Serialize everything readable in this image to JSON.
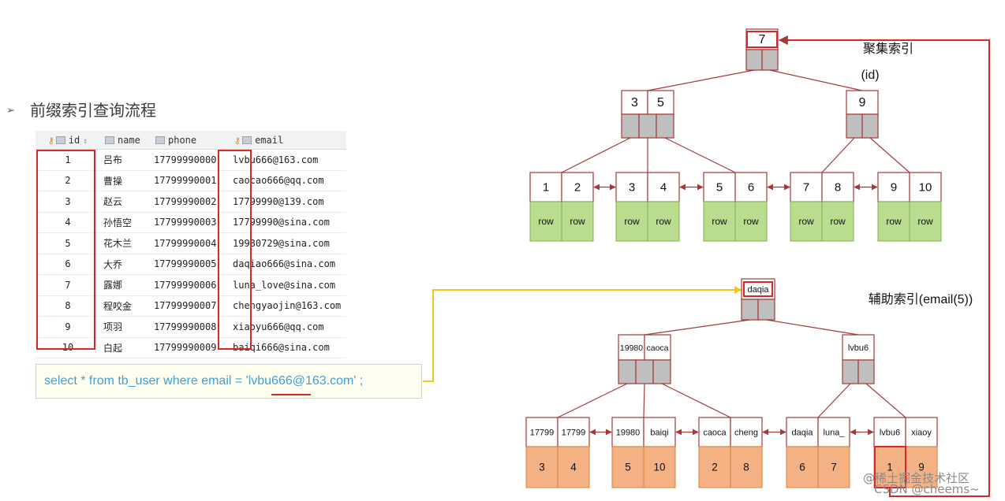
{
  "heading": {
    "bullet": "➢",
    "text": "前缀索引查询流程"
  },
  "table": {
    "headers": [
      "id",
      "name",
      "phone",
      "email"
    ],
    "rows": [
      [
        "1",
        "吕布",
        "17799990000",
        "lvbu666@163.com"
      ],
      [
        "2",
        "曹操",
        "17799990001",
        "caocao666@qq.com"
      ],
      [
        "3",
        "赵云",
        "17799990002",
        "17799990@139.com"
      ],
      [
        "4",
        "孙悟空",
        "17799990003",
        "17799990@sina.com"
      ],
      [
        "5",
        "花木兰",
        "17799990004",
        "19980729@sina.com"
      ],
      [
        "6",
        "大乔",
        "17799990005",
        "daqiao666@sina.com"
      ],
      [
        "7",
        "露娜",
        "17799990006",
        "luna_love@sina.com"
      ],
      [
        "8",
        "程咬金",
        "17799990007",
        "chengyaojin@163.com"
      ],
      [
        "9",
        "项羽",
        "17799990008",
        "xiaoyu666@qq.com"
      ],
      [
        "10",
        "白起",
        "17799990009",
        "baiqi666@sina.com"
      ]
    ]
  },
  "sql": "select * from tb_user where email = 'lvbu666@163.com' ;",
  "clustered": {
    "label_line1": "聚集索引",
    "label_line2": "(id)",
    "root": [
      "7"
    ],
    "internal": [
      [
        "3",
        "5"
      ],
      [
        "9"
      ]
    ],
    "leaves": [
      [
        "1",
        "2"
      ],
      [
        "3",
        "4"
      ],
      [
        "5",
        "6"
      ],
      [
        "7",
        "8"
      ],
      [
        "9",
        "10"
      ]
    ],
    "row_text": "row"
  },
  "secondary": {
    "label": "辅助索引(email(5))",
    "root": [
      "daqia"
    ],
    "internal": [
      [
        "19980",
        "caoca"
      ],
      [
        "lvbu6"
      ]
    ],
    "leaves": [
      [
        "17799",
        "17799"
      ],
      [
        "19980",
        "baiqi"
      ],
      [
        "caoca",
        "cheng"
      ],
      [
        "daqia",
        "luna_"
      ],
      [
        "lvbu6",
        "xiaoy"
      ]
    ],
    "ids": [
      [
        "3",
        "4"
      ],
      [
        "5",
        "10"
      ],
      [
        "2",
        "8"
      ],
      [
        "6",
        "7"
      ],
      [
        "1",
        "9"
      ]
    ]
  },
  "colors": {
    "node_border": "#a33a3a",
    "pointer_fill": "#bfbfbf",
    "row_fill": "#b9dc8e",
    "row_border": "#7fb24c",
    "id_fill": "#f4b183",
    "id_border": "#d9823f",
    "highlight": "#d62828",
    "connector": "#f5c518",
    "sql_text": "#3b9fe0"
  },
  "watermark": {
    "line1": "@稀土掘金技术社区",
    "line2": "CSDN @cheems~"
  }
}
